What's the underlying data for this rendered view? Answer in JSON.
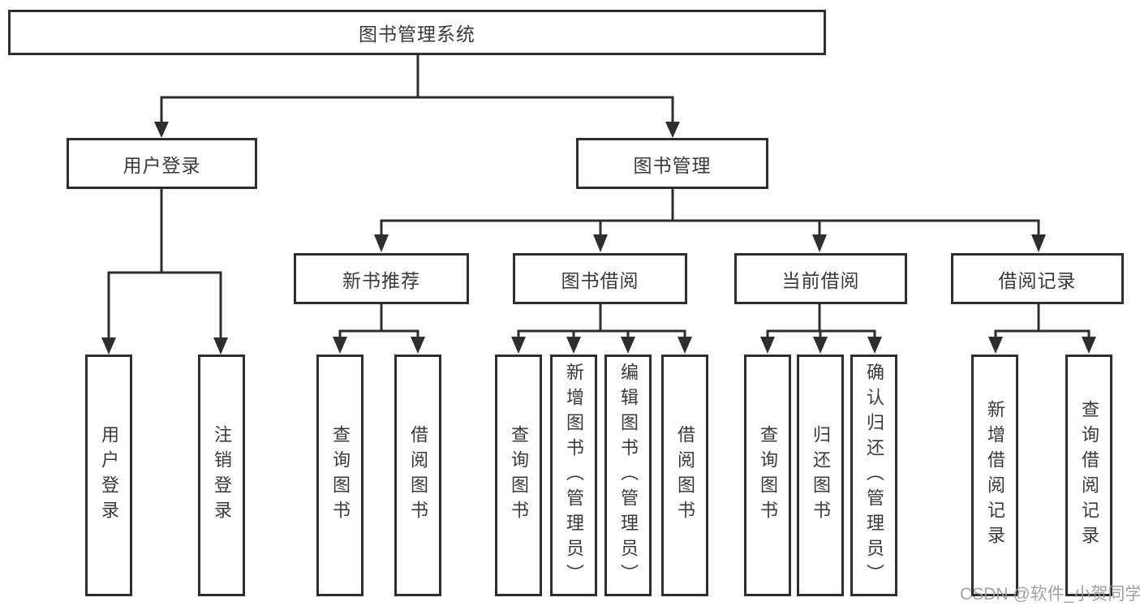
{
  "diagram": {
    "tree": {
      "label": "图书管理系统",
      "children": [
        {
          "label": "用户登录",
          "children": [
            {
              "label": "用户登录"
            },
            {
              "label": "注销登录"
            }
          ]
        },
        {
          "label": "图书管理",
          "children": [
            {
              "label": "新书推荐",
              "children": [
                {
                  "label": "查询图书"
                },
                {
                  "label": "借阅图书"
                }
              ]
            },
            {
              "label": "图书借阅",
              "children": [
                {
                  "label": "查询图书"
                },
                {
                  "label": "新增图书（管理员）"
                },
                {
                  "label": "编辑图书（管理员）"
                },
                {
                  "label": "借阅图书"
                }
              ]
            },
            {
              "label": "当前借阅",
              "children": [
                {
                  "label": "查询图书"
                },
                {
                  "label": "归还图书"
                },
                {
                  "label": "确认归还（管理员）"
                }
              ]
            },
            {
              "label": "借阅记录",
              "children": [
                {
                  "label": "新增借阅记录"
                },
                {
                  "label": "查询借阅记录"
                }
              ]
            }
          ]
        }
      ]
    },
    "colors": {
      "line": "#2e2e2e",
      "text": "#3a3a3a",
      "background": "#ffffff",
      "watermark": "#9a9a9a"
    }
  },
  "watermark": {
    "text": "CSDN @软件_小贺同学"
  }
}
